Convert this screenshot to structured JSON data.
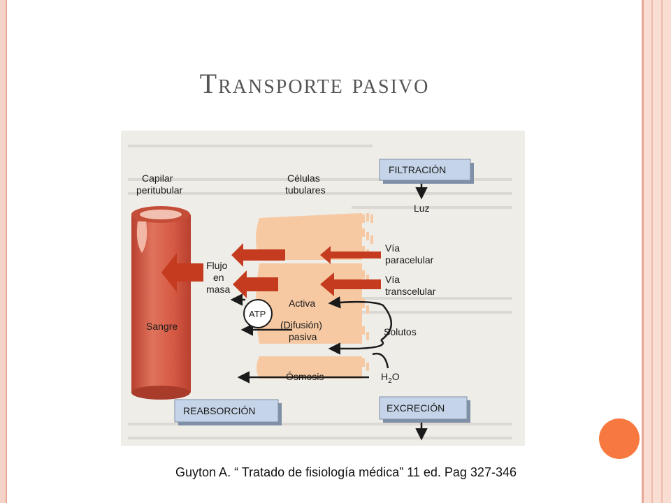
{
  "slide": {
    "title": "Transporte pasivo",
    "caption": "Guyton A. “ Tratado de fisiología médica” 11 ed.   Pag 327-346"
  },
  "diagram": {
    "labels": {
      "capilar_line1": "Capilar",
      "capilar_line2": "peritubular",
      "celulas_line1": "Células",
      "celulas_line2": "tubulares",
      "filtracion": "FILTRACIÓN",
      "luz": "Luz",
      "via_para_line1": "Vía",
      "via_para_line2": "paracelular",
      "via_trans_line1": "Vía",
      "via_trans_line2": "transcelular",
      "flujo_line1": "Flujo",
      "flujo_line2": "en",
      "flujo_line3": "masa",
      "atp": "ATP",
      "activa": "Activa",
      "difusion_line1": "(Difusión)",
      "difusion_line2": "pasiva",
      "solutos": "Solutos",
      "sangre": "Sangre",
      "osmosis": "Ósmosis",
      "h2o_h": "H",
      "h2o_sub": "2",
      "h2o_o": "O",
      "reabsorcion": "REABSORCIÓN",
      "excrecion": "EXCRECIÓN"
    },
    "colors": {
      "background": "#f0eee9",
      "vessel": "#d9604a",
      "vessel_dark": "#b8402e",
      "cell": "#f6c9a3",
      "arrow_red": "#c43b1f",
      "box_fill": "#c5d4e8",
      "box_shadow": "#7f8fa6",
      "text": "#1a1a1a"
    }
  }
}
